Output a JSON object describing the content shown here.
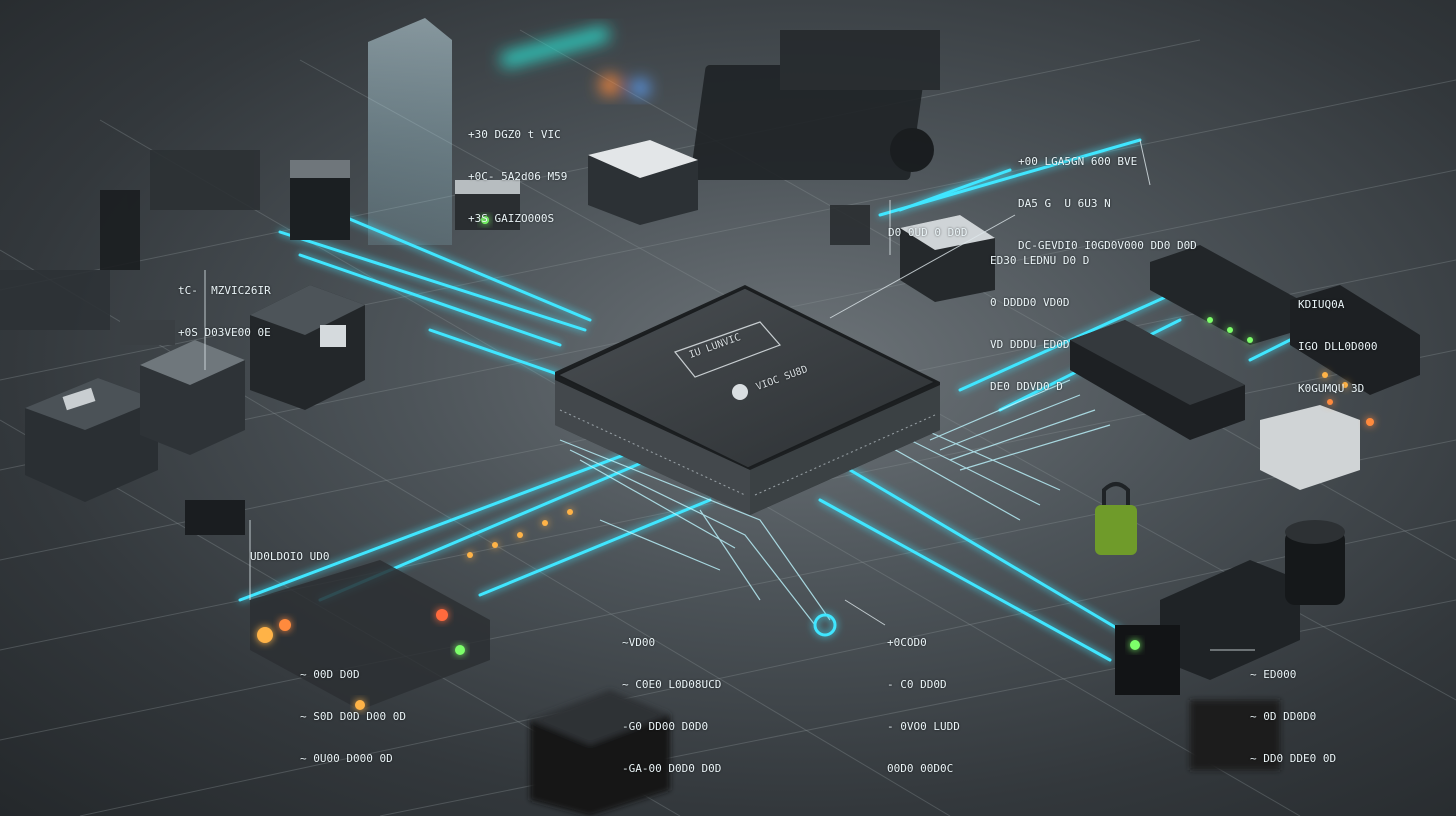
{
  "colors": {
    "board": "#4d5459",
    "board_dark": "#24282b",
    "trace_glow": "#3fe6ff",
    "chip": "#3a3e42",
    "led_orange": "#ffb347",
    "led_green": "#7dff6a"
  },
  "chip": {
    "marking_line1": "IU LUNVIC",
    "marking_line2": "VIOC SU8D"
  },
  "labels": {
    "top_center": [
      "+30 DGZ0 t VIC",
      "+0C- 5A2d06 M59",
      "+3S GAIZO000S"
    ],
    "top_right": [
      "+00 LGA5GN 600 BVE",
      "DA5 G  U 6U3 N",
      "DC-GEVDI0 I0GD0V000 DD0 D0D"
    ],
    "right_mid": [
      "ED30 LEDNU D0 D",
      "0 DDDD0 VD0D",
      "VD DDDU ED0D",
      "DE0 DDVD0 D"
    ],
    "far_right": [
      "KDIUQ0A",
      "IGO DLL0D000",
      "K0GUMQU 3D"
    ],
    "mid_top_small": [
      "D0 0UD 0 D0D"
    ],
    "left_top": [
      "tC-  MZVIC26IR",
      "+0S D03VE00 0E"
    ],
    "left_mid": [
      "UD0LDOIO UD0"
    ],
    "bottom_center_left": [
      "~VD00",
      "~ C0E0 L0D08UCD",
      "-G0 DD00 D0D0",
      "-GA-00 D0D0 D0D"
    ],
    "bottom_center_right": [
      "+0COD0",
      "- C0 DD0D",
      "- 0VO0 LUDD",
      "00D0 00D0C"
    ],
    "bottom_left": [
      "~ 00D D0D",
      "~ S0D D0D D00 0D",
      "~ 0U00 D000 0D"
    ],
    "bottom_right": [
      "~ ED000",
      "~ 0D DD0D0",
      "~ DD0 DDE0 0D"
    ]
  }
}
